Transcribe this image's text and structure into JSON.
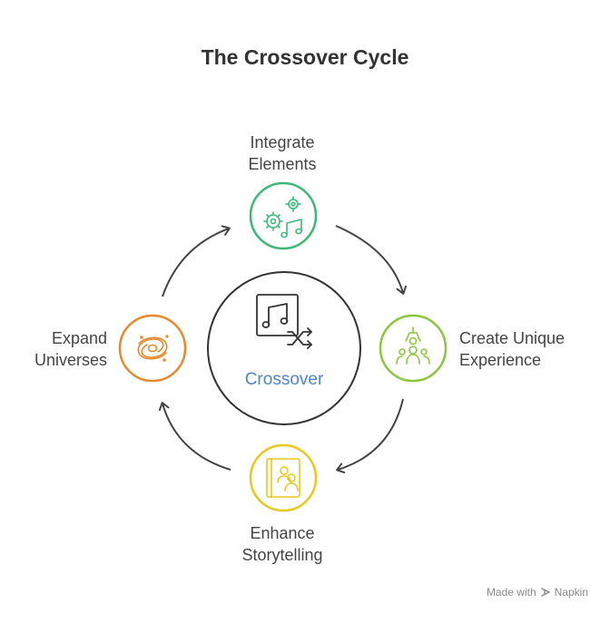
{
  "title": "The Crossover Cycle",
  "center": {
    "label": "Crossover"
  },
  "nodes": {
    "top": {
      "line1": "Integrate",
      "line2": "Elements",
      "icon": "gears-music-icon",
      "color": "#3cb878"
    },
    "right": {
      "line1": "Create Unique",
      "line2": "Experience",
      "icon": "claw-person-icon",
      "color": "#8cc63f"
    },
    "bottom": {
      "line1": "Enhance",
      "line2": "Storytelling",
      "icon": "storybook-icon",
      "color": "#e8c81c"
    },
    "left": {
      "line1": "Expand",
      "line2": "Universes",
      "icon": "galaxy-icon",
      "color": "#e68a2e"
    }
  },
  "colors": {
    "arrow": "#444444",
    "center_ring": "#333333",
    "center_text": "#4a86c8"
  },
  "footer": {
    "prefix": "Made with",
    "brand": "Napkin"
  }
}
